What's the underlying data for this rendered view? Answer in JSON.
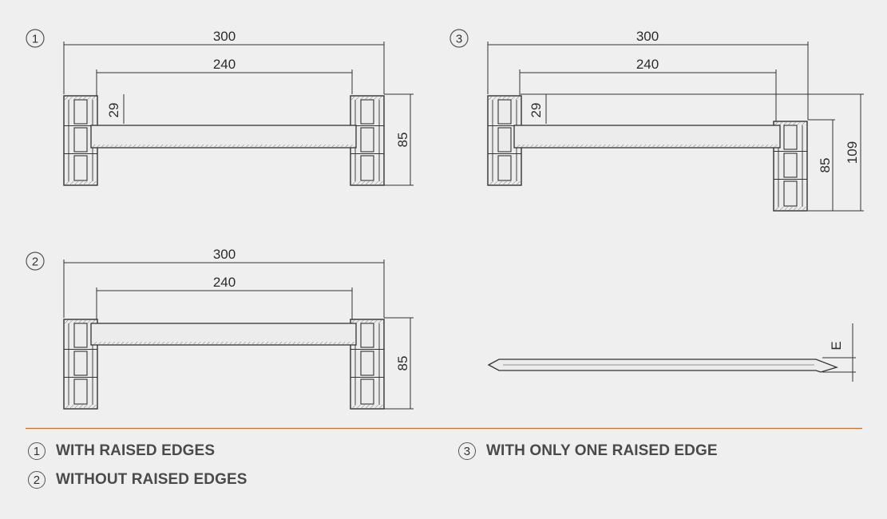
{
  "diagram1": {
    "marker": "1",
    "dim_outer": "300",
    "dim_inner": "240",
    "dim_small": "29",
    "dim_height": "85"
  },
  "diagram2": {
    "marker": "2",
    "dim_outer": "300",
    "dim_inner": "240",
    "dim_height": "85"
  },
  "diagram3": {
    "marker": "3",
    "dim_outer": "300",
    "dim_inner": "240",
    "dim_small": "29",
    "dim_height": "85",
    "dim_total": "109"
  },
  "diagram4": {
    "dim_edge": "E"
  },
  "legend": [
    {
      "marker": "1",
      "label": "WITH RAISED EDGES"
    },
    {
      "marker": "2",
      "label": "WITHOUT RAISED EDGES"
    },
    {
      "marker": "3",
      "label": "WITH ONLY ONE RAISED EDGE"
    }
  ],
  "colors": {
    "background": "#efefef",
    "divider": "#c87533",
    "line": "#333333"
  }
}
